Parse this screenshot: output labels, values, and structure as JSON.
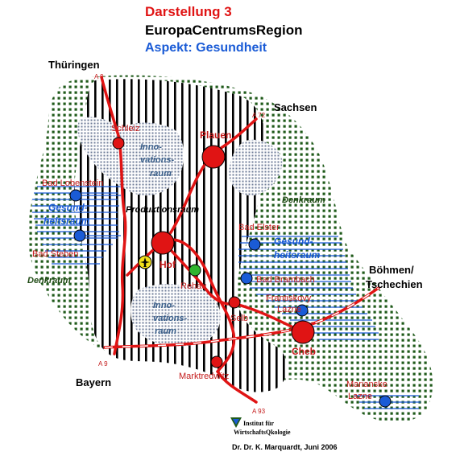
{
  "title": {
    "line1": "Darstellung 3",
    "line2": "EuropaCentrumsRegion",
    "line3": "Aspekt: Gesundheit"
  },
  "regions": {
    "thueringen": "Thüringen",
    "sachsen": "Sachsen",
    "boehmen_1": "Böhmen/",
    "boehmen_2": "Tschechien",
    "bayern": "Bayern"
  },
  "cities": {
    "schleiz": "Schleiz",
    "plauen": "Plauen",
    "bad_lobenstein": "Bad Lobenstein",
    "bad_steben": "Bad Steben",
    "hof": "Hof",
    "rehau": "Rehau",
    "bad_elster": "Bad Elster",
    "bad_brambach": "Bad Brambach",
    "frantiskovy_1": "Frantiskovy",
    "frantiskovy_2": "Lazne",
    "selb": "Selb",
    "cheb": "Cheb",
    "marktredwitz": "Marktredwitz",
    "marianske_1": "Marianske",
    "marianske_2": "Lazne"
  },
  "areas": {
    "inno1_a": "Inno-",
    "inno1_b": "vations-",
    "inno1_c": "raum",
    "inno2_a": "Inno-",
    "inno2_b": "vations-",
    "inno2_c": "raum",
    "produktionsraum": "Produktionsraum",
    "gesund1_a": "Gesund-",
    "gesund1_b": "heitsraum",
    "gesund2_a": "Gesund-",
    "gesund2_b": "heitsraum",
    "denkraum1": "Denkraum",
    "denkraum2": "Denkraum"
  },
  "roads": {
    "a9_top": "A 9",
    "a72": "A 72",
    "a9_bottom": "A 9",
    "a93": "A 93"
  },
  "footer": {
    "institute_1": "Institut für",
    "institute_2": "WirtschaftsQkologie",
    "author": "Dr. Dr. K. Marquardt, Juni 2006"
  },
  "colors": {
    "red": "#e01414",
    "blue": "#1a5bd6",
    "green_dots": "#1f5a1a",
    "stripes": "#000000",
    "gray_dots": "#7a86a0"
  }
}
